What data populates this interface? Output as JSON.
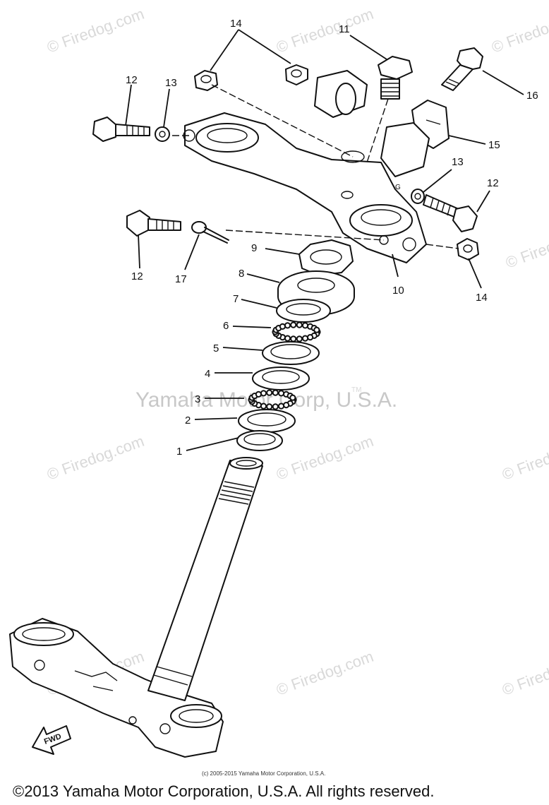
{
  "diagram": {
    "callouts": {
      "c1": "1",
      "c2": "2",
      "c3": "3",
      "c4": "4",
      "c5": "5",
      "c6": "6",
      "c7": "7",
      "c8": "8",
      "c9": "9",
      "c10": "10",
      "c11": "11",
      "c12a": "12",
      "c12b": "12",
      "c12c": "12",
      "c13a": "13",
      "c13b": "13",
      "c14a": "14",
      "c14b": "14",
      "c15": "15",
      "c16": "16",
      "c17": "17"
    },
    "fwd_label": "FWD"
  },
  "watermarks": {
    "site": "© Firedog.com",
    "center": "Yamaha Motor Corp, U.S.A.",
    "tm": "TM"
  },
  "footer": {
    "small_copyright": "(c) 2005-2015 Yamaha Motor Corporation, U.S.A.",
    "copyright": "©2013 Yamaha Motor Corporation, U.S.A. All rights reserved."
  },
  "colors": {
    "line": "#111111",
    "watermark": "#d9d9d9",
    "background": "#ffffff"
  }
}
